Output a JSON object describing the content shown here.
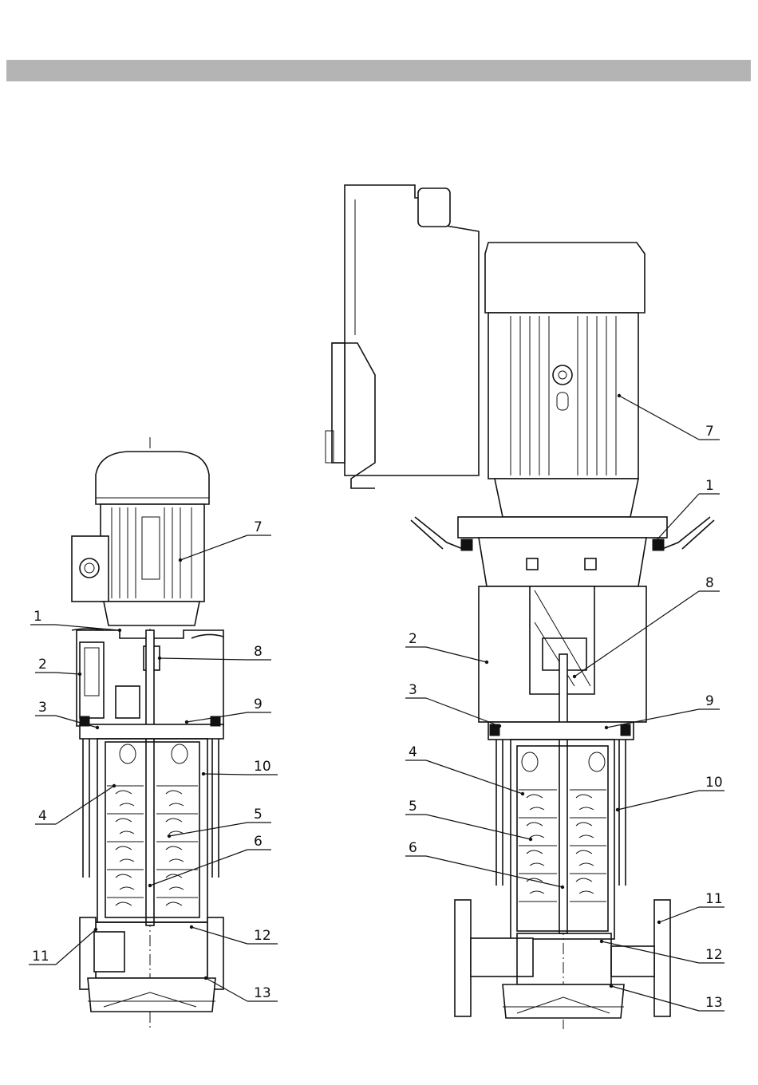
{
  "header": {
    "color": "#b4b4b4"
  },
  "figures": [
    {
      "id": "left-pump",
      "callouts": [
        {
          "number": "1"
        },
        {
          "number": "2"
        },
        {
          "number": "3"
        },
        {
          "number": "4"
        },
        {
          "number": "5"
        },
        {
          "number": "6"
        },
        {
          "number": "7"
        },
        {
          "number": "8"
        },
        {
          "number": "9"
        },
        {
          "number": "10"
        },
        {
          "number": "11"
        },
        {
          "number": "12"
        },
        {
          "number": "13"
        }
      ]
    },
    {
      "id": "right-pump",
      "callouts": [
        {
          "number": "1"
        },
        {
          "number": "2"
        },
        {
          "number": "3"
        },
        {
          "number": "4"
        },
        {
          "number": "5"
        },
        {
          "number": "6"
        },
        {
          "number": "7"
        },
        {
          "number": "8"
        },
        {
          "number": "9"
        },
        {
          "number": "10"
        },
        {
          "number": "11"
        },
        {
          "number": "12"
        },
        {
          "number": "13"
        }
      ]
    }
  ]
}
